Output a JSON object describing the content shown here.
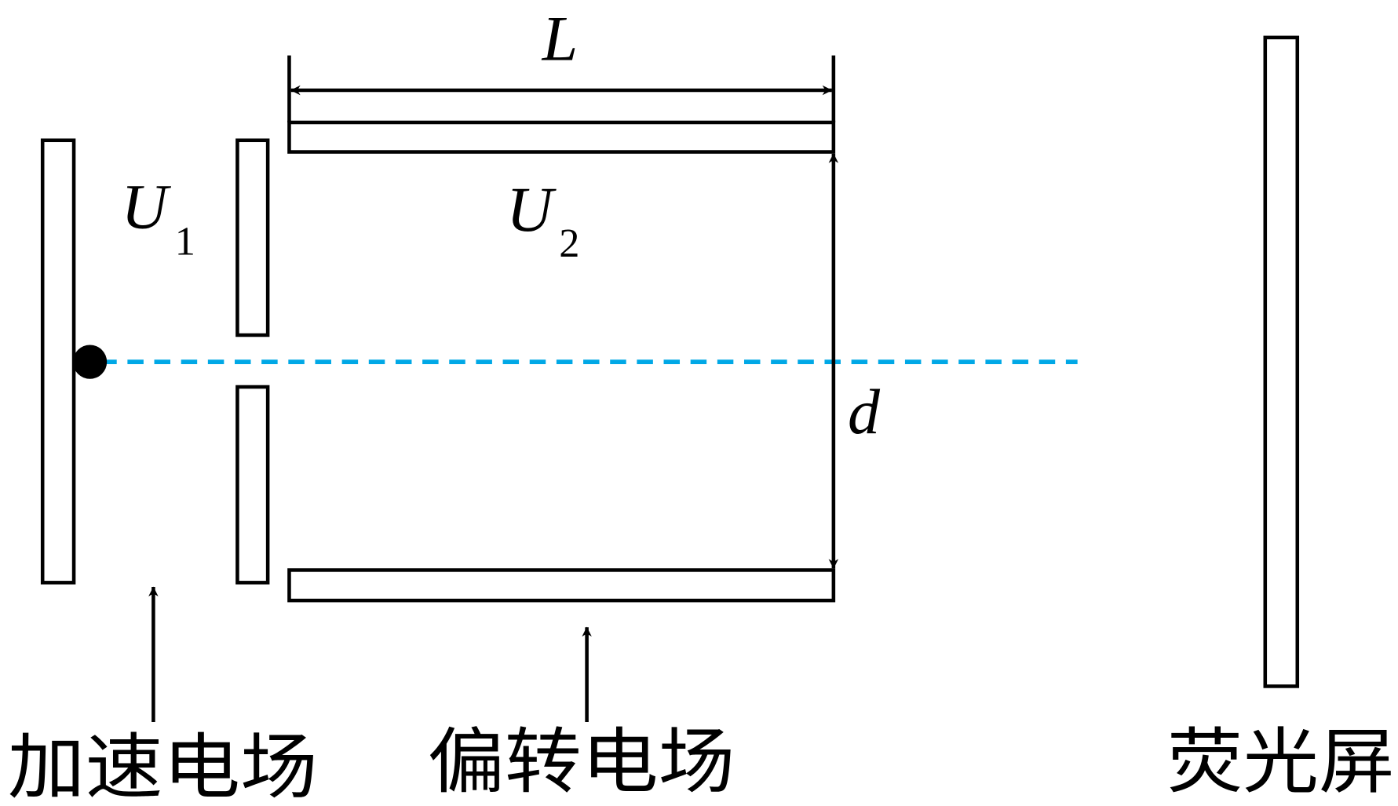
{
  "labels": {
    "length": "L",
    "u1_main": "U",
    "u1_sub": "1",
    "u2_main": "U",
    "u2_sub": "2",
    "gap": "d",
    "accelerating_field": "加速电场",
    "deflecting_field": "偏转电场",
    "screen": "荧光屏"
  },
  "colors": {
    "axis_dashed": "#00a8e6",
    "stroke": "#000000"
  }
}
